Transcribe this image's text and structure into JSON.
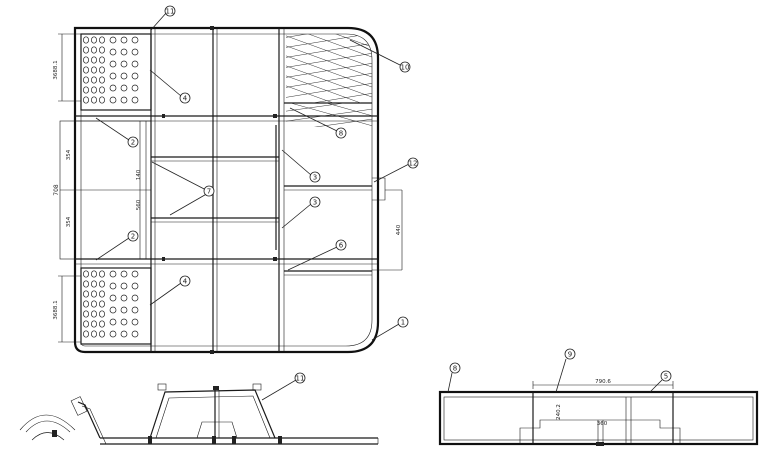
{
  "dimensions": {
    "tray_top": "3688.1",
    "tray_bottom": "3688.1",
    "overall_depth": "708",
    "mid_upper": "354",
    "mid_lower": "354",
    "opening_a": "140",
    "opening_b": "560",
    "side_height": "440",
    "front_width": "790.6",
    "front_height": "240.2",
    "front_gap": "360"
  },
  "balloons": {
    "b11": "11",
    "b10": "10",
    "b4_top": "4",
    "b2_top": "2",
    "b8_mesh": "8",
    "b3_upper": "3",
    "b12": "12",
    "b7": "7",
    "b3_lower": "3",
    "b6": "6",
    "b2_bottom": "2",
    "b4_bottom": "4",
    "b1": "1",
    "b11_side": "11",
    "b8_front": "8",
    "b9": "9",
    "b5": "5"
  }
}
